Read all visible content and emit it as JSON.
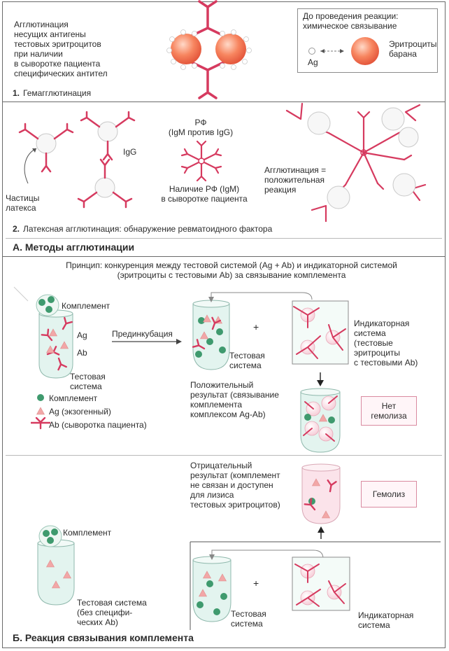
{
  "section_a": {
    "panel1": {
      "description": "Агглютинация\nнесущих антигены\nтестовых эритроцитов\nпри наличии\nв сыворотке пациента\nспецифических антител",
      "caption_num": "1.",
      "caption": "Гемагглютинация",
      "before_reaction": "До проведения реакции:\nхимическое связывание",
      "ag_label": "Ag",
      "rbc_label": "Эритроциты\nбарана"
    },
    "panel2": {
      "latex_label": "Частицы\nлатекса",
      "igg_label": "IgG",
      "rf_label": "РФ\n(IgM против IgG)",
      "rf_presence": "Наличие РФ (IgM)\nв сыворотке пациента",
      "agglutination_label": "Агглютинация =\nположительная\nреакция",
      "caption_num": "2.",
      "caption": "Латексная агглютинация: обнаружение ревматоидного фактора"
    },
    "title": "А. Методы агглютинации"
  },
  "section_b": {
    "principle": "Принцип: конкуренция между тестовой системой (Ag + Ab) и индикаторной системой\n(эритроциты с тестовыми Ab) за связывание комплемента",
    "complement": "Комплемент",
    "ag": "Ag",
    "ab": "Ab",
    "test_system": "Тестовая\nсистема",
    "preincubation": "Прединкубация",
    "plus": "+",
    "test_system_2": "Тестовая\nсистема",
    "indicator_system": "Индикаторная\nсистема\n(тестовые\nэритроциты\nс тестовыми Ab)",
    "legend_complement": "Комплемент",
    "legend_ag": "Ag (экзогенный)",
    "legend_ab": "Ab (сыворотка пациента)",
    "positive_result": "Положительный\nрезультат (связывание\nкомплемента\nкомплексом Ag-Ab)",
    "no_hemolysis": "Нет\nгемолиза",
    "negative_result": "Отрицательный\nрезультат (комплемент\nне связан и доступен\nдля лизиса\nтестовых эритроцитов)",
    "hemolysis": "Гемолиз",
    "complement_2": "Комплемент",
    "test_system_no_ab": "Тестовая система\n(без специфи-\nческих Ab)",
    "plus_2": "+",
    "test_system_3": "Тестовая\nсистема",
    "indicator_system_2": "Индикаторная\nсистема",
    "title": "Б. Реакция связывания комплемента"
  },
  "colors": {
    "antibody": "#d63a5f",
    "complement": "#3f9a6e",
    "antigen": "#f2a7a7",
    "rbc": "#f46a50",
    "tube_fill": "#e3f4ef",
    "tube_pink": "#fbe3ea"
  }
}
